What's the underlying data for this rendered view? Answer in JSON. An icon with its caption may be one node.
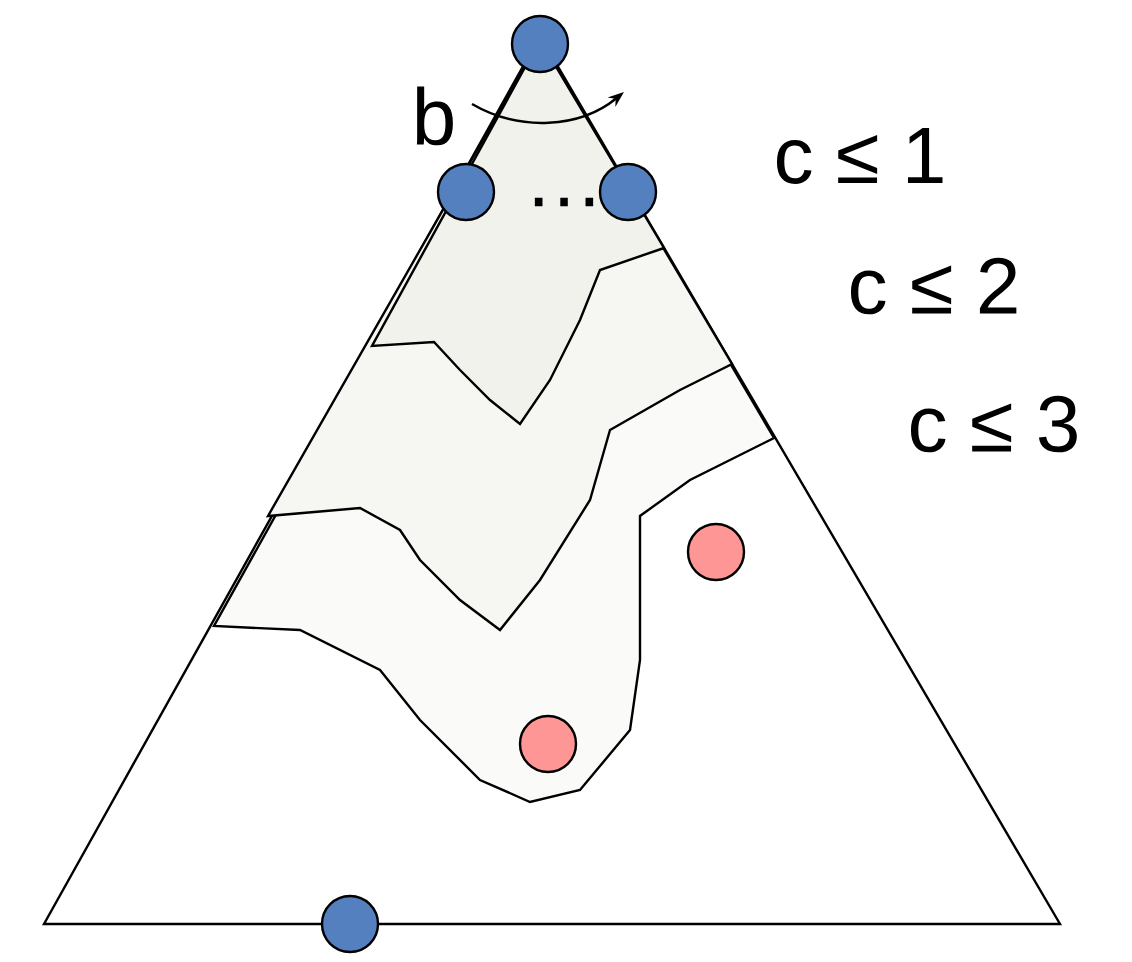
{
  "diagram": {
    "nodes": [
      {
        "text": [],
        "shape": "circle"
      },
      {
        "text": [],
        "shape": "circle"
      },
      {
        "text": [],
        "shape": "circle"
      },
      {
        "text": [],
        "shape": "circle"
      },
      {
        "text": [],
        "shape": "circle"
      },
      {
        "text": [],
        "shape": "circle"
      }
    ],
    "labels": [
      "b",
      "…",
      "c ≤ 1",
      "c ≤ 2",
      "c ≤ 3"
    ]
  }
}
